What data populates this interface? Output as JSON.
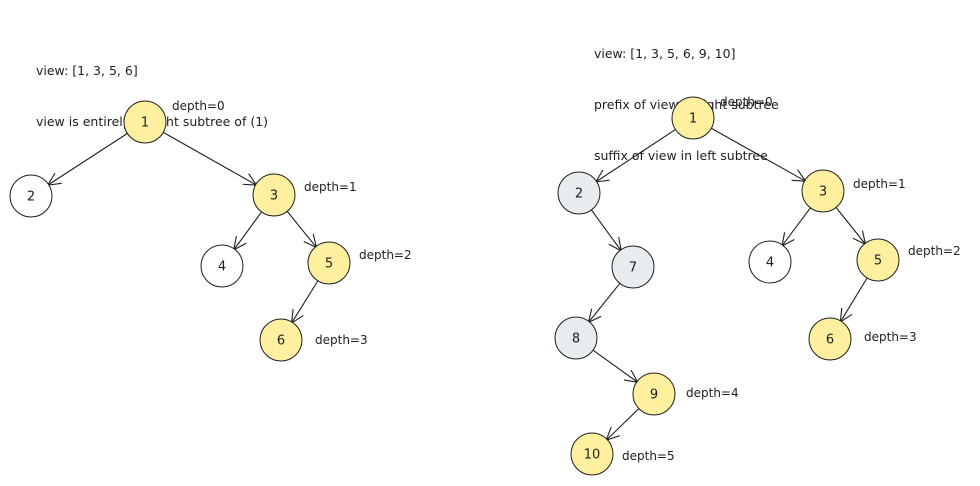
{
  "colors": {
    "highlight": "#fff0a0",
    "visited": "#e9ecef",
    "plain": "#ffffff",
    "stroke": "#1e1e1e"
  },
  "panels": [
    {
      "id": "left",
      "caption": [
        "view: [1, 3, 5, 6]",
        "view is entirely in right subtree of (1)"
      ],
      "nodes": [
        {
          "id": "1",
          "label": "1",
          "state": "highlight",
          "depth_label": "depth=0"
        },
        {
          "id": "2",
          "label": "2",
          "state": "plain",
          "depth_label": ""
        },
        {
          "id": "3",
          "label": "3",
          "state": "highlight",
          "depth_label": "depth=1"
        },
        {
          "id": "4",
          "label": "4",
          "state": "plain",
          "depth_label": ""
        },
        {
          "id": "5",
          "label": "5",
          "state": "highlight",
          "depth_label": "depth=2"
        },
        {
          "id": "6",
          "label": "6",
          "state": "highlight",
          "depth_label": "depth=3"
        }
      ],
      "edges": [
        [
          "1",
          "2"
        ],
        [
          "1",
          "3"
        ],
        [
          "3",
          "4"
        ],
        [
          "3",
          "5"
        ],
        [
          "5",
          "6"
        ]
      ]
    },
    {
      "id": "right",
      "caption": [
        "view: [1, 3, 5, 6, 9, 10]",
        "prefix of view in right subtree",
        "suffix of view in left subtree"
      ],
      "nodes": [
        {
          "id": "1",
          "label": "1",
          "state": "highlight",
          "depth_label": "depth=0"
        },
        {
          "id": "2",
          "label": "2",
          "state": "visited",
          "depth_label": ""
        },
        {
          "id": "7",
          "label": "7",
          "state": "visited",
          "depth_label": ""
        },
        {
          "id": "8",
          "label": "8",
          "state": "visited",
          "depth_label": ""
        },
        {
          "id": "9",
          "label": "9",
          "state": "highlight",
          "depth_label": "depth=4"
        },
        {
          "id": "10",
          "label": "10",
          "state": "highlight",
          "depth_label": "depth=5"
        },
        {
          "id": "3",
          "label": "3",
          "state": "highlight",
          "depth_label": "depth=1"
        },
        {
          "id": "4",
          "label": "4",
          "state": "plain",
          "depth_label": ""
        },
        {
          "id": "5",
          "label": "5",
          "state": "highlight",
          "depth_label": "depth=2"
        },
        {
          "id": "6",
          "label": "6",
          "state": "highlight",
          "depth_label": "depth=3"
        }
      ],
      "edges": [
        [
          "1",
          "2"
        ],
        [
          "2",
          "7"
        ],
        [
          "7",
          "8"
        ],
        [
          "8",
          "9"
        ],
        [
          "9",
          "10"
        ],
        [
          "1",
          "3"
        ],
        [
          "3",
          "4"
        ],
        [
          "3",
          "5"
        ],
        [
          "5",
          "6"
        ]
      ]
    }
  ]
}
